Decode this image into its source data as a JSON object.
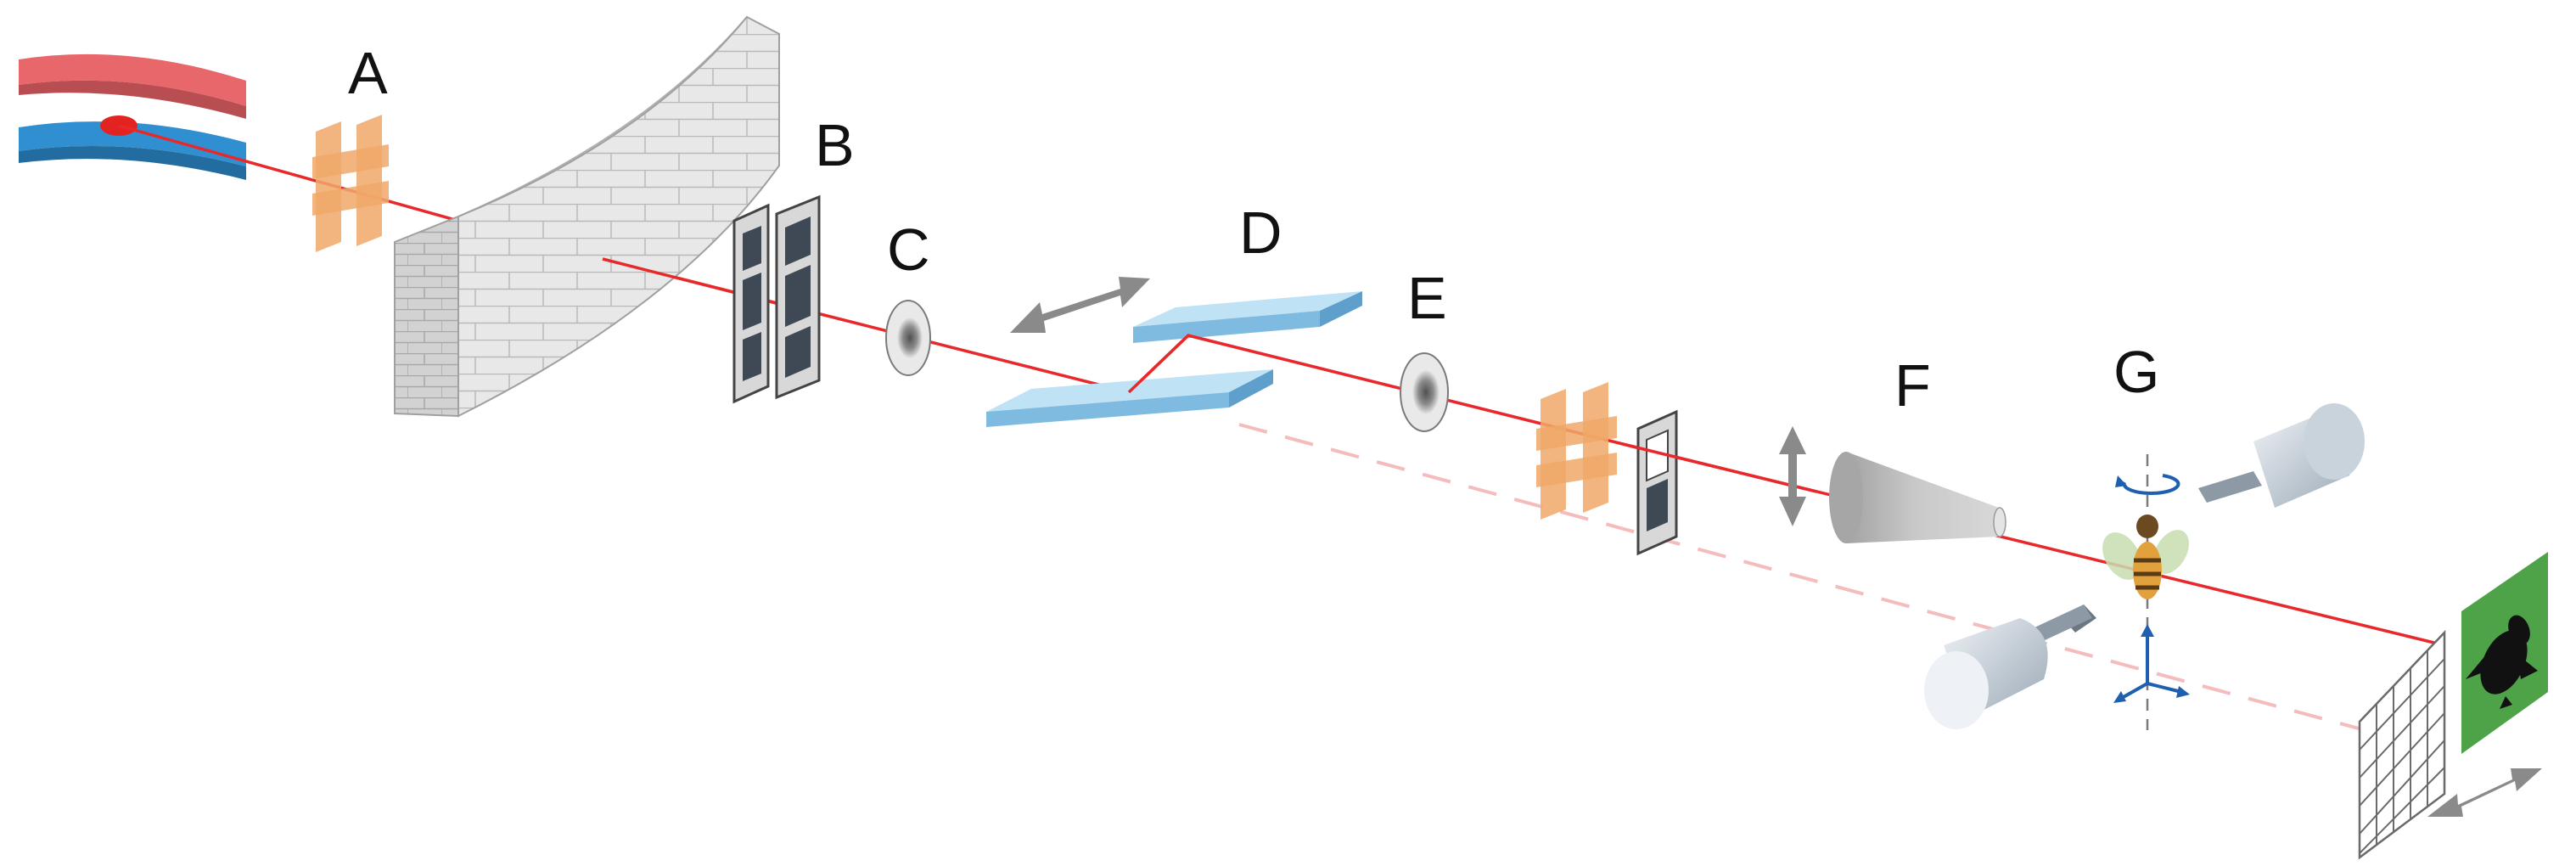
{
  "labels": {
    "a": "A",
    "b": "B",
    "c": "C",
    "d": "D",
    "e": "E",
    "f": "F",
    "g": "G"
  },
  "components": {
    "a": "slits",
    "b": "shutter",
    "c": "aperture",
    "d": "mirrors",
    "e": "aperture",
    "f": "focusing-optic",
    "g": "sample-stage"
  },
  "colors": {
    "beam": "#e8282a",
    "undulator_top": "#e8676b",
    "undulator_bottom": "#2f8fd0",
    "slit": "#f0a868",
    "mirror": "#a9d7f0",
    "wall": "#e6e6e6",
    "detector_screen": "#4ea247",
    "axis": "#1f5fb0"
  },
  "icons": [
    "double-arrow-icon",
    "rotation-arrow-icon",
    "xyz-axes-icon",
    "fly-icon",
    "bee-icon"
  ]
}
